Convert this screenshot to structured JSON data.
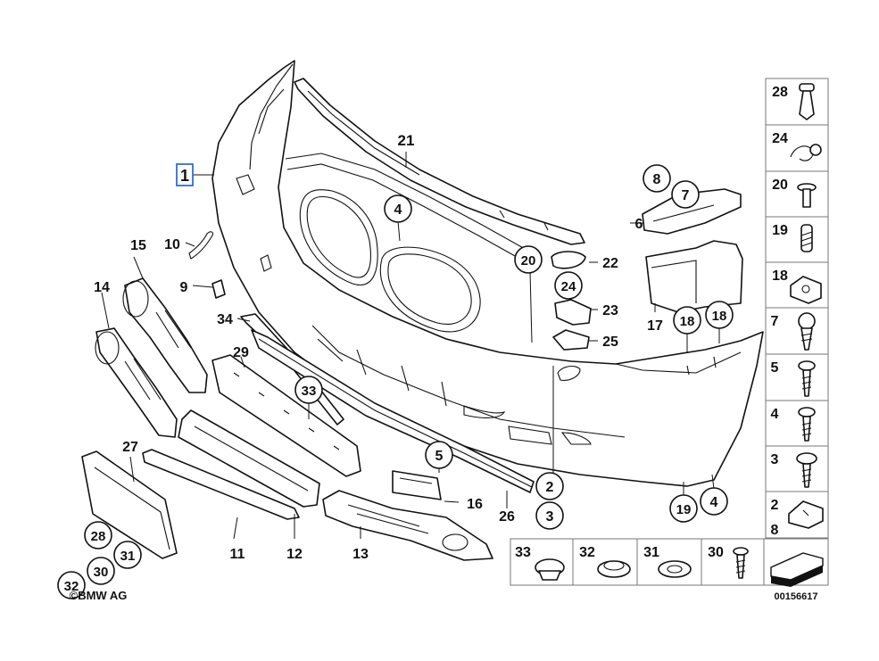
{
  "callouts": {
    "c1": "1",
    "c2": "2",
    "c3": "3",
    "c4a": "4",
    "c4b": "4",
    "c5": "5",
    "c6": "6",
    "c7": "7",
    "c8": "8",
    "c9": "9",
    "c10": "10",
    "c11": "11",
    "c12": "12",
    "c13": "13",
    "c14": "14",
    "c15": "15",
    "c16": "16",
    "c17": "17",
    "c18a": "18",
    "c18b": "18",
    "c19": "19",
    "c20": "20",
    "c21": "21",
    "c22": "22",
    "c23": "23",
    "c24": "24",
    "c25": "25",
    "c26": "26",
    "c27": "27",
    "c28": "28",
    "c29": "29",
    "c30": "30",
    "c31": "31",
    "c32": "32",
    "c33": "33",
    "c34": "34"
  },
  "legend_right": [
    "28",
    "24",
    "20",
    "19",
    "18",
    "7",
    "5",
    "4",
    "3",
    "2"
  ],
  "legend_right_extra": "8",
  "legend_bottom": [
    "33",
    "32",
    "31",
    "30"
  ],
  "copyright": "©BMW AG",
  "diagram_number": "00156617",
  "colors": {
    "highlight": "#2f6fd6",
    "line": "#111111"
  }
}
